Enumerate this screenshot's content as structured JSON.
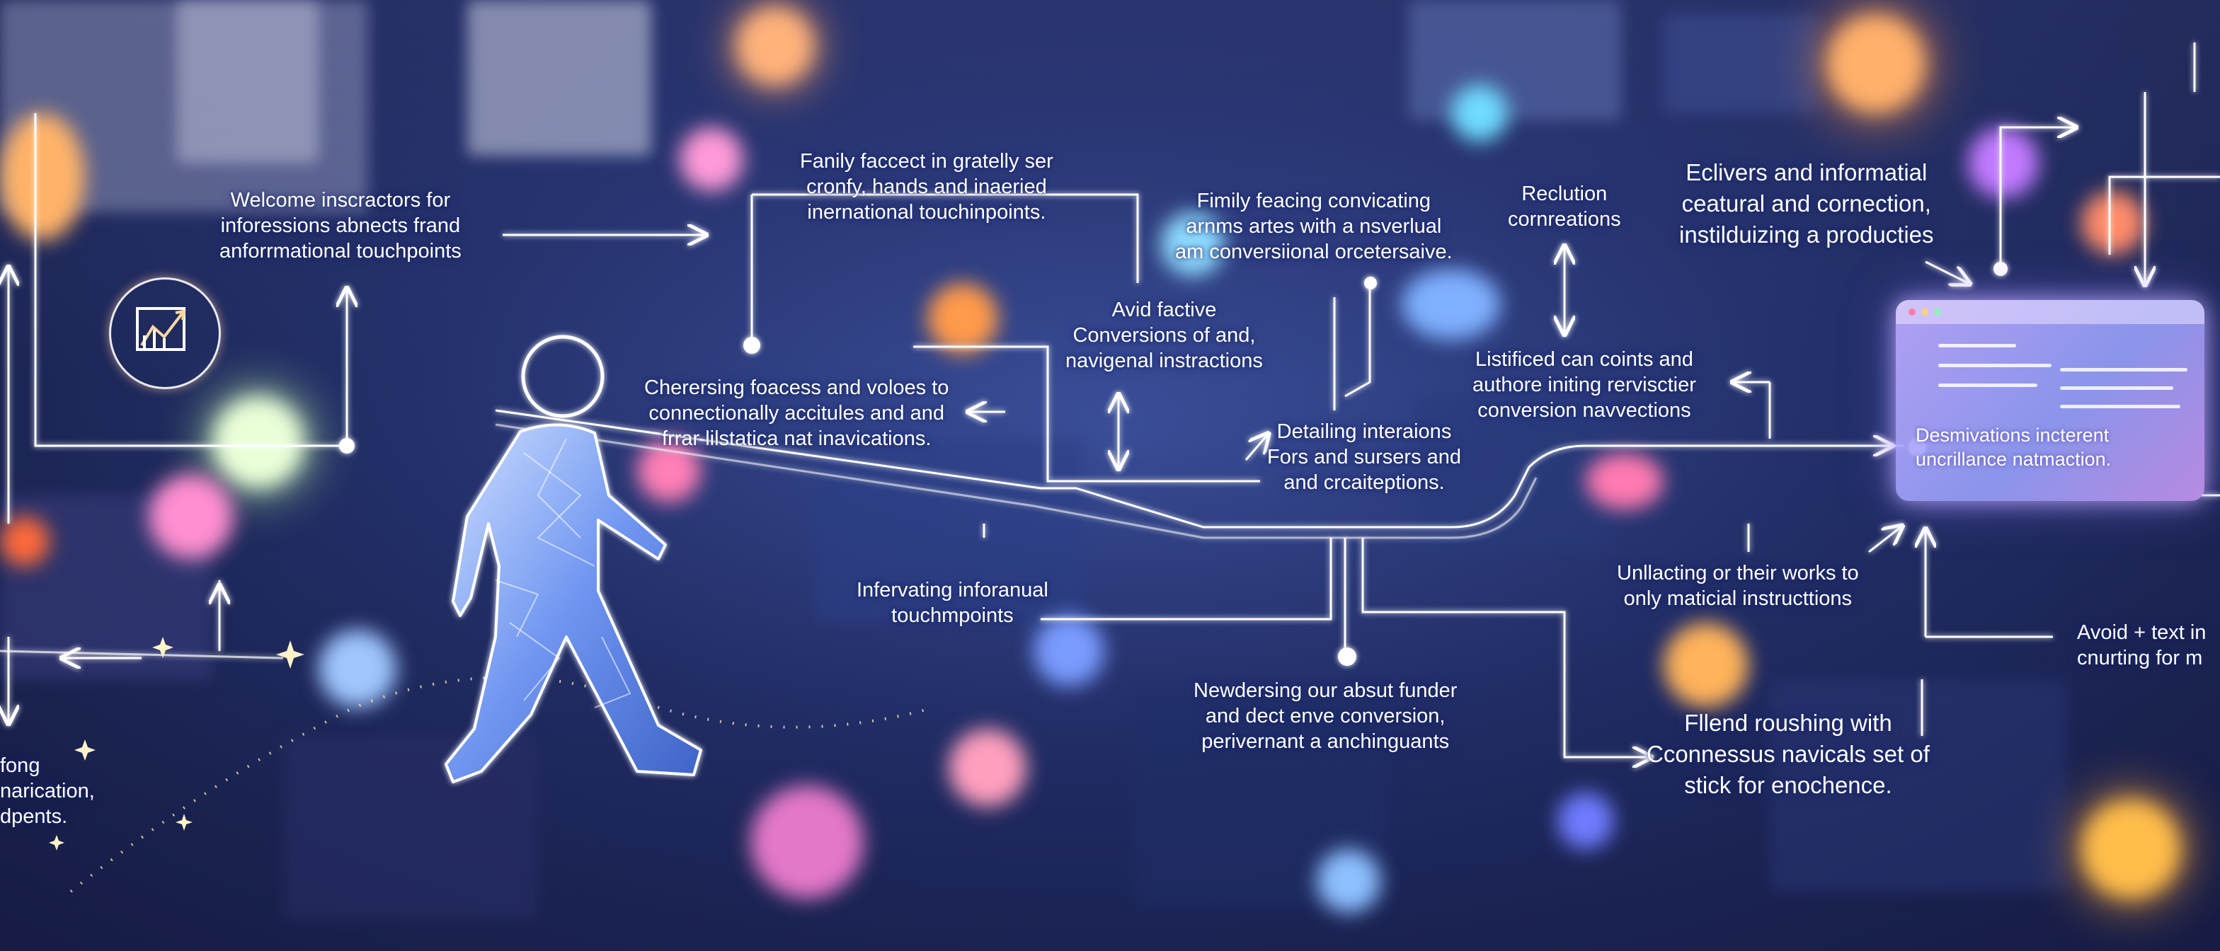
{
  "labels": {
    "welcome": [
      "Welcome inscractors for",
      "inforessions abnects frand",
      "anforrmational touchpoints"
    ],
    "family_top": [
      "Fanily faccect in gratelly ser",
      "cronfy, hands and inaeried",
      "inernational touchinpoints."
    ],
    "family_center": [
      "Fimily feacing convicating",
      "arnms artes with a nsverlual",
      "am conversiional orcetersaive."
    ],
    "reclution": [
      "Reclution",
      "cornreations"
    ],
    "eclivers": [
      "Eclivers and informatial",
      "ceatural and cornection,",
      "instilduizing a producties"
    ],
    "avid": [
      "Avid factive",
      "Conversions of and,",
      "navigenal instractions"
    ],
    "listified": [
      "Listificed can coints and",
      "authore initing rervisctier",
      "conversion navvections"
    ],
    "chersering": [
      "Cherersing foacess and voloes to",
      "connectionally accitules and and",
      "frrar lilstatica nat inavications."
    ],
    "detailing": [
      "Detailing interaions",
      "Fors and sursers and",
      "and crcaiteptions."
    ],
    "panel_text": [
      "Desmivations incterent",
      "uncrillance natmaction."
    ],
    "infervating": [
      "Infervating inforanual",
      "touchmpoints"
    ],
    "unllacting": [
      "Unllacting or their works to",
      "only maticial instructtions"
    ],
    "avoid": [
      "Avoid + text in",
      "cnurting for m"
    ],
    "newdersing": [
      "Newdersing our absut funder",
      "and dect enve conversion,",
      "perivernant a anchinguants"
    ],
    "fllend": [
      "Fllend roushing with",
      "Cconnessus navicals set of",
      "stick for enochence."
    ],
    "left_edge": [
      "fong",
      "narication,",
      "dpents."
    ]
  },
  "icons": {
    "figure": "walking-person-icon",
    "chart": "growth-chart-icon",
    "window": "browser-window-icon"
  },
  "colors": {
    "line": "#ffffff",
    "figure": "#7aa6ff",
    "panel": "#b9a8ff"
  }
}
